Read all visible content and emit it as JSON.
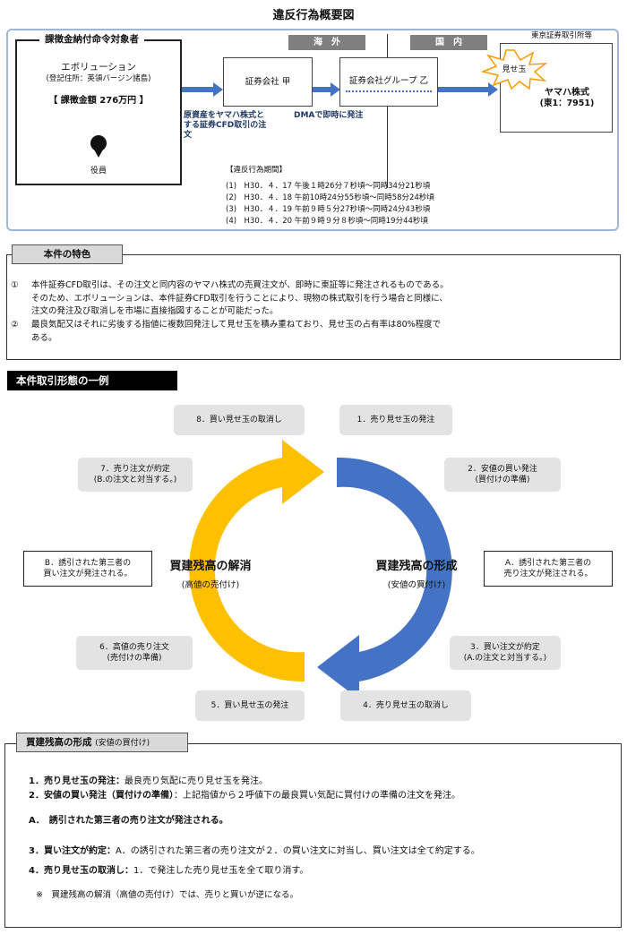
{
  "title": "違反行為概要図",
  "overview": {
    "target_header": "課徴金納付命令対象者",
    "company": "エボリューション",
    "registered": "(登記住所：英領バージン諸島)",
    "penalty": "【 課徴金額 276万円 】",
    "officer": "役員",
    "region_overseas": "海　外",
    "region_domestic": "国　内",
    "exchange_label": "東京証券取引所等",
    "broker_a": "証券会社 甲",
    "broker_b": "証券会社グループ 乙",
    "order_note": "原資産をヤマハ株式とする証券CFD取引の注文",
    "dma_note": "DMAで即時に発注",
    "burst": "見せ玉",
    "stock_name": "ヤマハ株式",
    "stock_code": "(東1：7951)",
    "period_title": "【違反行為期間】",
    "periods": [
      "(1)　H30．４．17 午後１時26分７秒頃〜同時34分21秒頃",
      "(2)　H30．４．18 午前10時24分55秒頃〜同時58分24秒頃",
      "(3)　H30．４．19 午前９時５分27秒頃〜同時24分43秒頃",
      "(4)　H30．４．20 午前９時９分８秒頃〜同時19分44秒頃"
    ]
  },
  "features": {
    "tag": "本件の特色",
    "item1_no": "①",
    "item1": [
      "本件証券CFD取引は、その注文と同内容のヤマハ株式の売買注文が、即時に東証等に発注されるものである。",
      "そのため、エボリューションは、本件証券CFD取引を行うことにより、現物の株式取引を行う場合と同様に、",
      "注文の発注及び取消しを市場に直接指図することが可能だった。"
    ],
    "item2_no": "②",
    "item2": [
      "最良気配又はそれに劣後する指値に複数回発注して見せ玉を積み重ねており、見せ玉の占有率は80%程度で",
      "ある。"
    ]
  },
  "example": {
    "tag": "本件取引形態の一例",
    "left_cycle": "買建残高の解消",
    "left_sub": "(高値の売付け)",
    "right_cycle": "買建残高の形成",
    "right_sub": "(安値の買付け)",
    "step1": "1．売り見せ玉の発注",
    "step2": [
      "2．安値の買い発注",
      "(買付けの準備)"
    ],
    "side_a": [
      "A．誘引された第三者の",
      "売り注文が発注される。"
    ],
    "step3": [
      "3．買い注文が約定",
      "(A.の注文と対当する。)"
    ],
    "step4": "4．売り見せ玉の取消し",
    "step5": "5．買い見せ玉の発注",
    "step6": [
      "6．高値の売り注文",
      "(売付けの準備)"
    ],
    "side_b": [
      "B．誘引された第三者の",
      "買い注文が発注される。"
    ],
    "step7": [
      "7．売り注文が約定",
      "(B.の注文と対当する。)"
    ],
    "step8": "8．買い見せ玉の取消し"
  },
  "detail": {
    "tag_main": "買建残高の形成",
    "tag_sub": "(安値の買付け)",
    "l1_bold": "1．売り見せ玉の発注：",
    "l1": "最良売り気配に売り見せ玉を発注。",
    "l2_bold": "2．安値の買い発注（買付けの準備）",
    "l2": "：上記指値から２呼値下の最良買い気配に買付けの準備の注文を発注。",
    "l3": "A．　誘引された第三者の売り注文が発注される。",
    "l4_bold": "3．買い注文が約定：",
    "l4": "A．の誘引された第三者の売り注文が２．の買い注文に対当し、買い注文は全て約定する。",
    "l5_bold": "4．売り見せ玉の取消し：",
    "l5": "1．で発注した売り見せ玉を全て取り消す。",
    "note": "※　買建残高の解消（高値の売付け）では、売りと買いが逆になる。"
  },
  "colors": {
    "yellow": "#ffc000",
    "blue": "#4472c4",
    "navy": "#1f3864"
  }
}
